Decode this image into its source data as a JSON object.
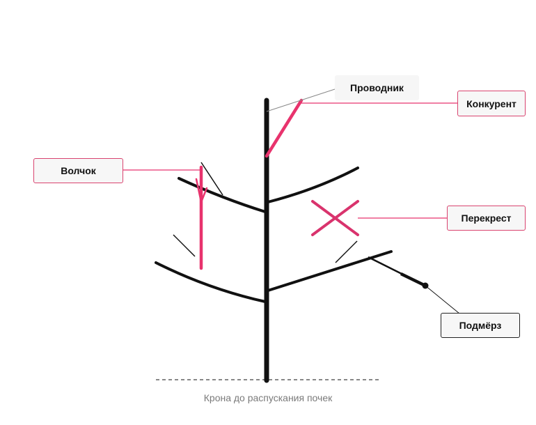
{
  "labels": {
    "leader": "Проводник",
    "competitor": "Конкурент",
    "water_sprout": "Волчок",
    "crossing": "Перекрест",
    "frost_damage": "Подмёрз"
  },
  "caption": "Крона до распускания почек",
  "colors": {
    "trunk": "#111111",
    "cut_highlight": "#e8336d",
    "callout_border_pink": "#d9436f",
    "callout_border_dark": "#222222",
    "guide_line": "#888888",
    "caption_text": "#7a7a7a"
  }
}
